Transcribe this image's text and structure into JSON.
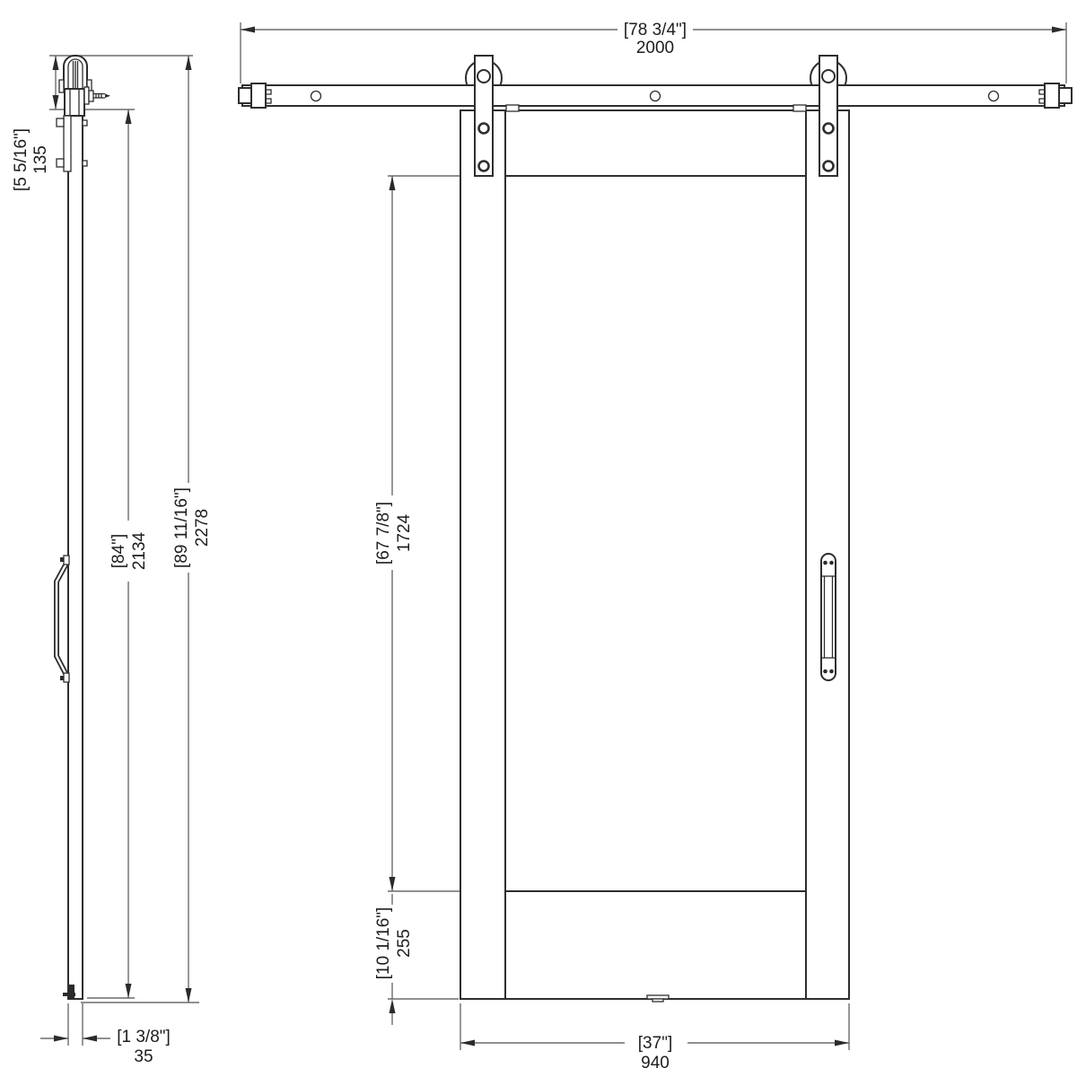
{
  "dimensions": {
    "track_width": {
      "imperial": "[78 3/4\"]",
      "metric": "2000"
    },
    "hanger_height": {
      "imperial": "[5 5/16\"]",
      "metric": "135"
    },
    "door_height": {
      "imperial": "[84\"]",
      "metric": "2134"
    },
    "overall_height": {
      "imperial": "[89 11/16\"]",
      "metric": "2278"
    },
    "panel_opening_height": {
      "imperial": "[67 7/8\"]",
      "metric": "1724"
    },
    "bottom_rail_height": {
      "imperial": "[10 1/16\"]",
      "metric": "255"
    },
    "door_thickness": {
      "imperial": "[1 3/8\"]",
      "metric": "35"
    },
    "door_width": {
      "imperial": "[37\"]",
      "metric": "940"
    }
  },
  "colors": {
    "background": "#ffffff",
    "geometry_line": "#2e2e2e",
    "dimension_line": "#6b6b6b",
    "text": "#1d1d1d"
  }
}
